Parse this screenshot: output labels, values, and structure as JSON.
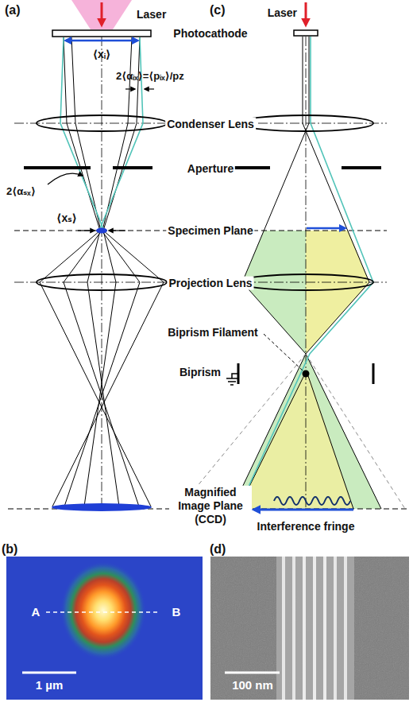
{
  "diagram": {
    "nodes": [
      {
        "text": [
          "(b)",
          "A",
          "B",
          "1 µm"
        ]
      },
      {
        "text": [
          "(d)",
          "100 nm"
        ]
      }
    ],
    "labels": [
      "(a)",
      "Laser",
      "Photocathode",
      "⟨xᵢ⟩",
      "2⟨αᵢₓ⟩=⟨pᵢₓ⟩/pz",
      "Condenser Lens",
      "Aperture",
      "2⟨αₛₓ⟩",
      "⟨xₛ⟩",
      "Specimen Plane",
      "Projection Lens",
      "Magnified Image Plane (CCD)",
      "(c)",
      "Laser",
      "Biprism Filament",
      "Biprism",
      "Interference fringe"
    ]
  }
}
